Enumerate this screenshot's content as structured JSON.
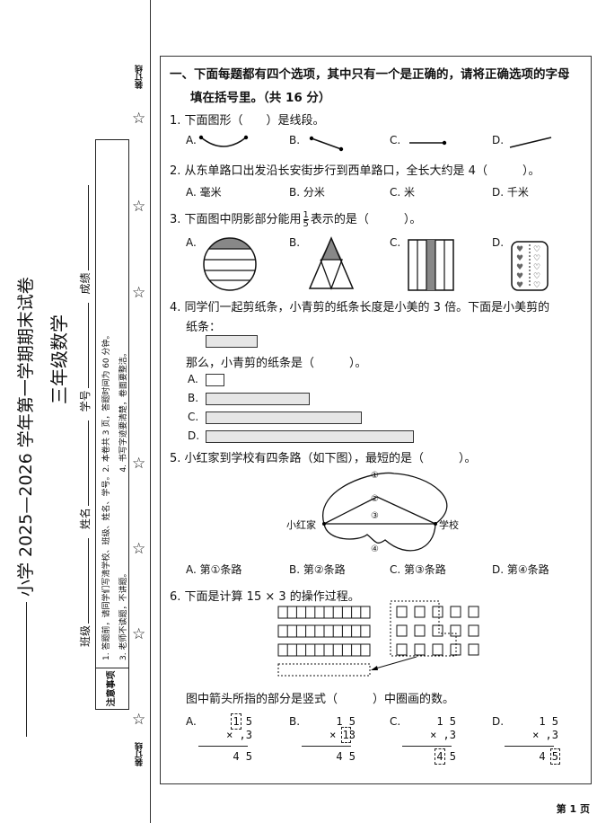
{
  "binding_line": "装订线",
  "side": {
    "title": "小学 2025—2026 学年第一学期期末试卷",
    "subject": "三年级数学",
    "fields": [
      "班级",
      "姓名",
      "学号",
      "成绩"
    ],
    "notes_heading": "注意事项",
    "notes": [
      "1. 答题前，请同学们写清学校、班级、姓名、学号。",
      "2. 本卷共 3 页，答题时间为 60 分钟。",
      "3. 老师不读题，不讲题。",
      "4. 书写字迹要清楚，卷面要整洁。"
    ]
  },
  "section": {
    "line1": "一、下面每题都有四个选项，其中只有一个是正确的，请将正确选项的字母",
    "line2": "填在括号里。（共 16 分）"
  },
  "q1": {
    "stem": "1. 下面图形（　　）是线段。",
    "labels": [
      "A.",
      "B.",
      "C.",
      "D."
    ]
  },
  "q2": {
    "stem": "2. 从东单路口出发沿长安街步行到西单路口，全长大约是 4（　　　）。",
    "options": [
      "A. 毫米",
      "B. 分米",
      "C. 米",
      "D. 千米"
    ]
  },
  "q3": {
    "stem_a": "3. 下面图中阴影部分能用",
    "num": "1",
    "den": "5",
    "stem_b": "表示的是（　　　）。",
    "labels": [
      "A.",
      "B.",
      "C.",
      "D."
    ]
  },
  "q4": {
    "stem1": "4. 同学们一起剪纸条，小青剪的纸条长度是小美的 3 倍。下面是小美剪的",
    "stem2": "纸条：",
    "stem3": "那么，小青剪的纸条是（　　　）。",
    "labels": [
      "A.",
      "B.",
      "C.",
      "D."
    ],
    "multiples": [
      0.33,
      2,
      3,
      4
    ]
  },
  "q5": {
    "stem": "5. 小红家到学校有四条路（如下图），最短的是（　　　）。",
    "home": "小红家",
    "school": "学校",
    "routes": [
      "①",
      "②",
      "③",
      "④"
    ],
    "options": [
      "A. 第①条路",
      "B. 第②条路",
      "C. 第③条路",
      "D. 第④条路"
    ]
  },
  "q6": {
    "stem": "6. 下面是计算 15 × 3 的操作过程。",
    "question": "图中箭头所指的部分是竖式（　　　）中圈画的数。",
    "labels": [
      "A.",
      "B.",
      "C.",
      "D."
    ],
    "top": "1 5",
    "mul": "× ,3",
    "result": "4 5"
  },
  "page": "第 1 页"
}
